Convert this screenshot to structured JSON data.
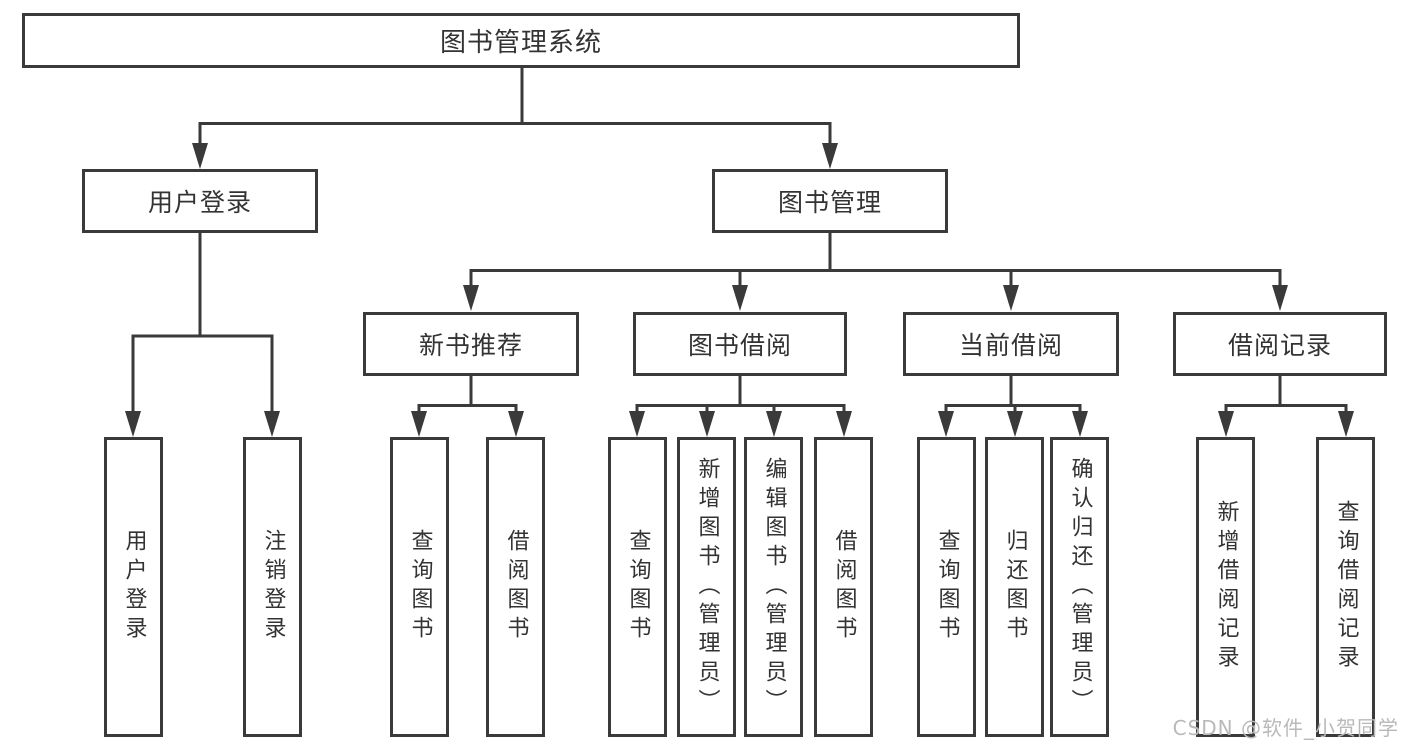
{
  "diagram": {
    "root": {
      "label": "图书管理系统"
    },
    "branches": [
      {
        "label": "用户登录",
        "children": [
          {
            "label": "用户登录"
          },
          {
            "label": "注销登录"
          }
        ]
      },
      {
        "label": "图书管理",
        "children": [
          {
            "label": "新书推荐",
            "children": [
              {
                "label": "查询图书"
              },
              {
                "label": "借阅图书"
              }
            ]
          },
          {
            "label": "图书借阅",
            "children": [
              {
                "label": "查询图书"
              },
              {
                "label": "新增图书（管理员）"
              },
              {
                "label": "编辑图书（管理员）"
              },
              {
                "label": "借阅图书"
              }
            ]
          },
          {
            "label": "当前借阅",
            "children": [
              {
                "label": "查询图书"
              },
              {
                "label": "归还图书"
              },
              {
                "label": "确认归还（管理员）"
              }
            ]
          },
          {
            "label": "借阅记录",
            "children": [
              {
                "label": "新增借阅记录"
              },
              {
                "label": "查询借阅记录"
              }
            ]
          }
        ]
      }
    ]
  },
  "watermark": {
    "text": "CSDN @软件_小贺同学"
  },
  "colors": {
    "line": "#3a3a3a",
    "box_border": "#3a3a3a",
    "text": "#333333",
    "box_background": "#ffffff",
    "page_background": "#ffffff",
    "watermark": "#b9b9b9"
  }
}
